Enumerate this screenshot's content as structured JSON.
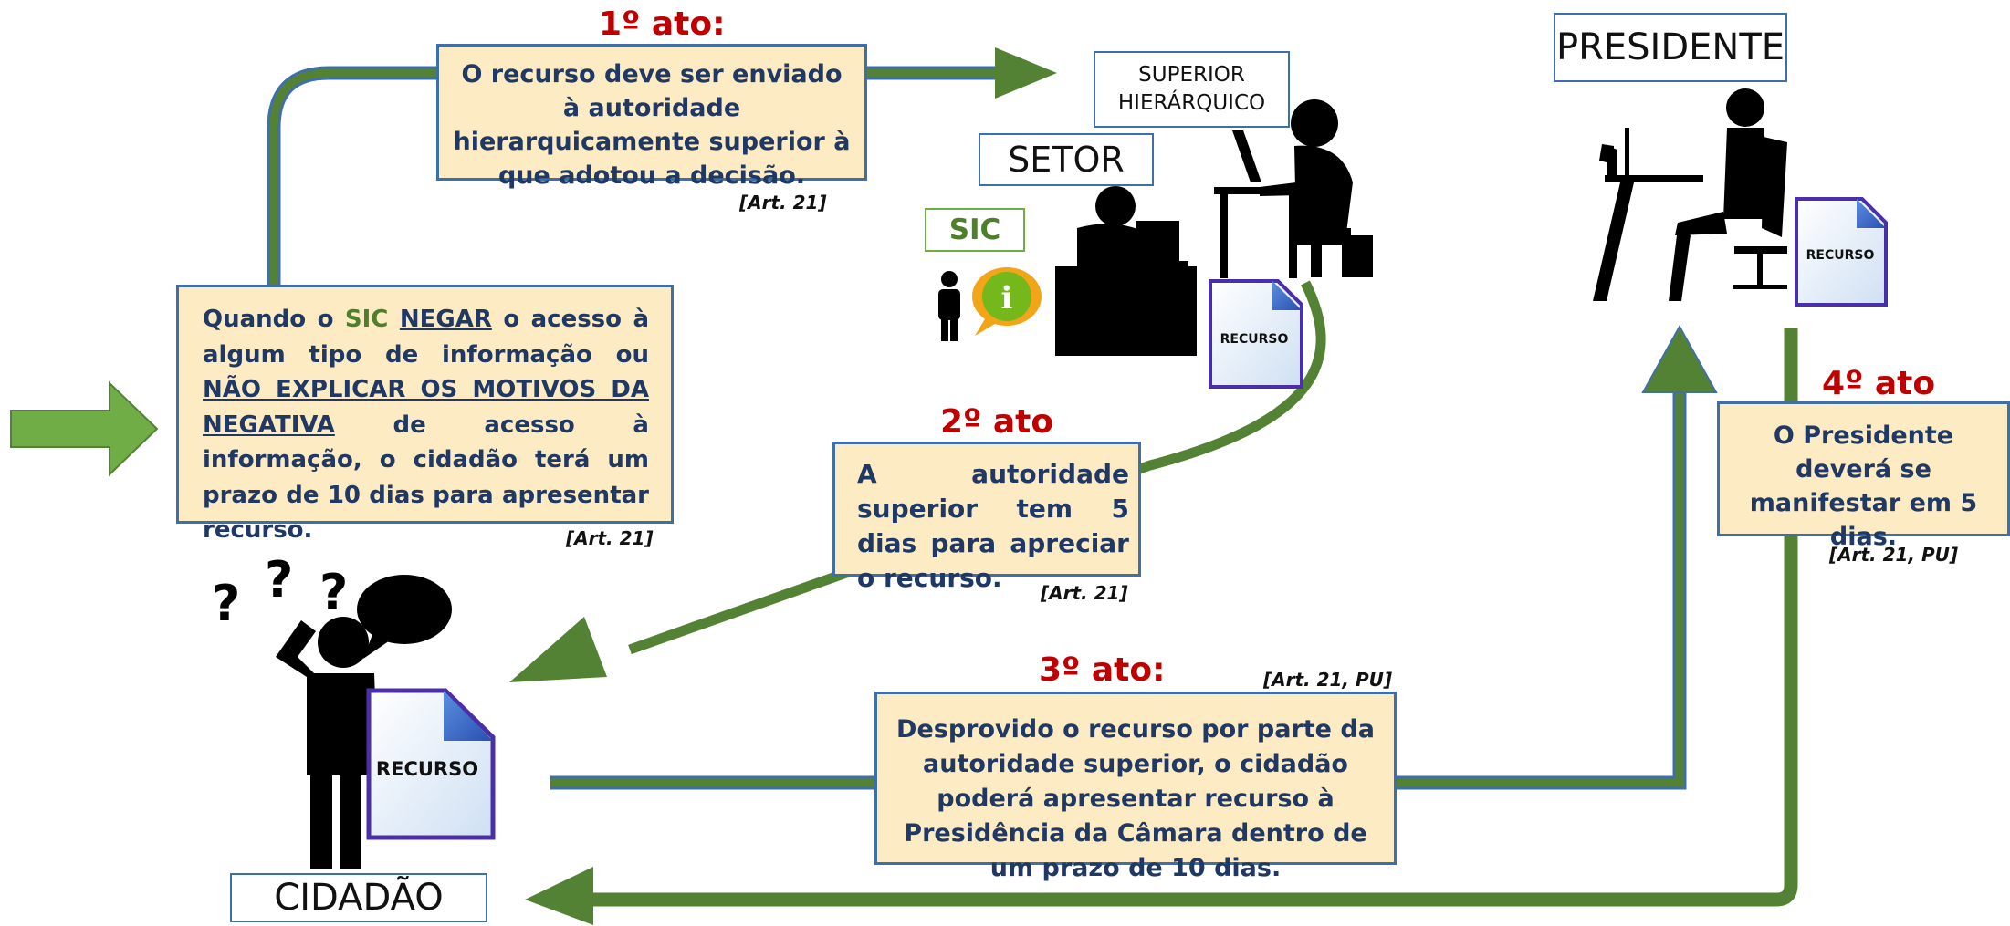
{
  "acts": {
    "a1": {
      "title": "1º ato:",
      "text": "O recurso deve ser enviado à autoridade hierarquicamente superior à que adotou a decisão.",
      "ref": "[Art. 21]"
    },
    "a2": {
      "title": "2º ato",
      "text": "A autoridade superior tem 5 dias para apreciar o recurso.",
      "ref": "[Art. 21]"
    },
    "a3": {
      "title": "3º ato:",
      "text": "Desprovido o recurso por parte da autoridade superior, o cidadão poderá apresentar recurso à Presidência da Câmara dentro de um prazo de 10 dias.",
      "ref": "[Art. 21, PU]"
    },
    "a4": {
      "title": "4º ato",
      "text": "O Presidente deverá se manifestar em 5 dias.",
      "ref": "[Art. 21, PU]"
    }
  },
  "intro": {
    "p1": "Quando o",
    "sic": "SIC",
    "negar": "NEGAR",
    "p2": "o acesso à algum tipo de informação ou",
    "nao_explicar": "NÃO EXPLICAR OS MOTIVOS DA NEGATIVA",
    "p3": "de acesso à informação, o cidadão terá um prazo de 10 dias para apresentar recurso.",
    "ref": "[Art. 21]"
  },
  "labels": {
    "superior": "SUPERIOR HIERÁRQUICO",
    "setor": "SETOR",
    "sic": "SIC",
    "presidente": "PRESIDENTE",
    "cidadao": "CIDADÃO"
  },
  "documents": {
    "label": "RECURSO"
  },
  "question_mark": "?",
  "info_glyph": "i",
  "colors": {
    "arrow_green": "#548235",
    "box_fill": "#fdebc4",
    "box_border": "#3f6fa8",
    "act_red": "#c00000",
    "text_blue": "#1f3864"
  },
  "icons": [
    "person-icon",
    "info-icon",
    "desk-worker-icon",
    "laptop-worker-icon",
    "president-icon",
    "citizen-icon",
    "speech-bubble-icon",
    "document-icon"
  ]
}
